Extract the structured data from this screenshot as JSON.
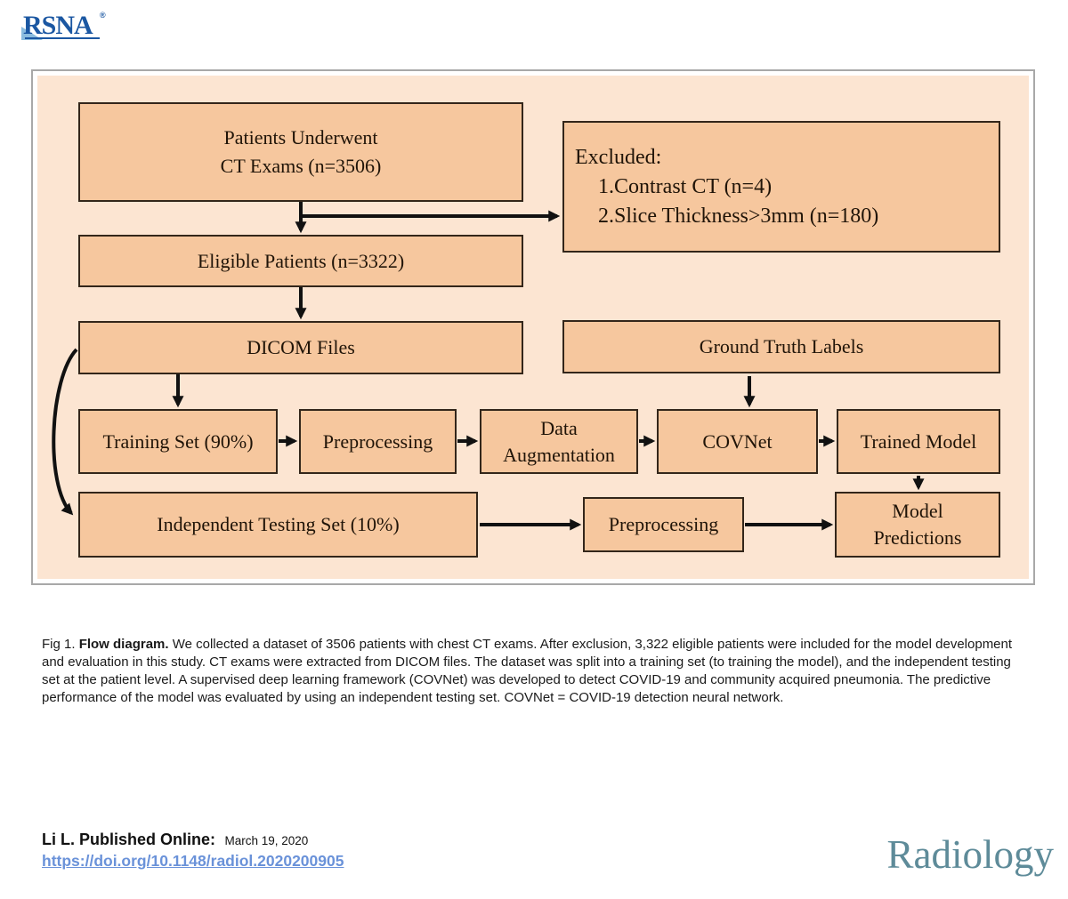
{
  "header": {
    "rsna_text": "RSNA",
    "rsna_registered": "®"
  },
  "diagram": {
    "panel_bg": "#fce5d2",
    "box_fill": "#f6c79e",
    "box_border": "#33261a",
    "arrow_color": "#111111",
    "boxes": [
      {
        "name": "patients-underwent",
        "lines": [
          "Patients Underwent",
          "CT Exams (n=3506)"
        ]
      },
      {
        "name": "excluded",
        "title": "Excluded:",
        "items": [
          "1.Contrast CT (n=4)",
          "2.Slice Thickness>3mm (n=180)"
        ]
      },
      {
        "name": "eligible-patients",
        "label": "Eligible Patients (n=3322)"
      },
      {
        "name": "dicom-files",
        "label": "DICOM Files"
      },
      {
        "name": "ground-truth-labels",
        "label": "Ground Truth Labels"
      },
      {
        "name": "training-set",
        "label": "Training Set (90%)"
      },
      {
        "name": "preprocessing-training",
        "label": "Preprocessing"
      },
      {
        "name": "data-augmentation",
        "lines": [
          "Data",
          "Augmentation"
        ]
      },
      {
        "name": "covnet",
        "label": "COVNet"
      },
      {
        "name": "trained-model",
        "label": "Trained Model"
      },
      {
        "name": "independent-testing-set",
        "label": "Independent Testing Set (10%)"
      },
      {
        "name": "preprocessing-testing",
        "label": "Preprocessing"
      },
      {
        "name": "model-predictions",
        "lines": [
          "Model",
          "Predictions"
        ]
      }
    ]
  },
  "caption": {
    "fig_label": "Fig 1. ",
    "bold_title": "Flow diagram.",
    "body": " We collected a dataset of 3506 patients with chest CT exams. After exclusion, 3,322 eligible patients were included for the model development and evaluation in this study. CT exams were extracted from DICOM files. The dataset was split into a training set (to training the model), and the independent testing set at the patient level. A supervised deep learning framework (COVNet) was developed to detect COVID-19 and community acquired pneumonia. The predictive performance of the model was evaluated by using an independent testing set. COVNet = COVID-19 detection neural network."
  },
  "footer": {
    "byline": "Li L. Published Online:",
    "date": "March 19, 2020",
    "doi": "https://doi.org/10.1148/radiol.2020200905",
    "journal": "Radiology"
  },
  "colors": {
    "rsna_blue": "#1b57a2",
    "rsna_light_blue": "#8abcdf",
    "doi_link": "#6a92d9",
    "radiology_teal": "#5e8b99"
  }
}
